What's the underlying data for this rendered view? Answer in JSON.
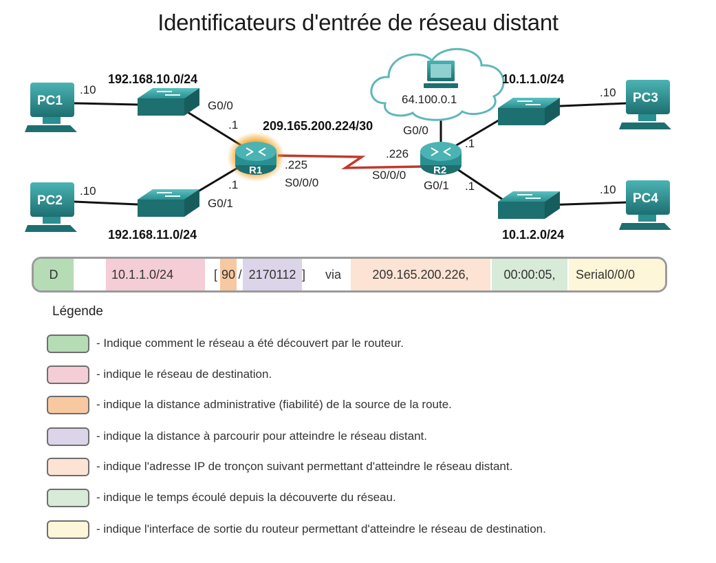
{
  "title": "Identificateurs d'entrée de réseau distant",
  "colors": {
    "teal": "#2a8f90",
    "teal_dark": "#1d6f70",
    "link_red": "#c0392b",
    "router_glow": "#f39c12",
    "cloud_stroke": "#5fb7b7",
    "green": "#b5dcb4",
    "pink": "#f4cdd6",
    "orange": "#f8c8a0",
    "lavender": "#dcd4e8",
    "peach": "#fde3d3",
    "lightgreen": "#d8ead8",
    "cream": "#fdf6d8"
  },
  "topology": {
    "devices": {
      "pc1": "PC1",
      "pc2": "PC2",
      "pc3": "PC3",
      "pc4": "PC4",
      "r1": "R1",
      "r2": "R2"
    },
    "networks": {
      "lan1": "192.168.10.0/24",
      "lan2": "192.168.11.0/24",
      "wan": "209.165.200.224/30",
      "lan3": "10.1.1.0/24",
      "lan4": "10.1.2.0/24",
      "internet": "64.100.0.1"
    },
    "host_pc1": ".10",
    "host_pc2": ".10",
    "host_pc3": ".10",
    "host_pc4": ".10",
    "r1_g00_iface": "G0/0",
    "r1_g00_host": ".1",
    "r1_g01_iface": "G0/1",
    "r1_g01_host": ".1",
    "r1_s000_host": ".225",
    "r1_s000_iface": "S0/0/0",
    "r2_s000_host": ".226",
    "r2_s000_iface": "S0/0/0",
    "r2_g00_iface": "G0/0",
    "r2_g01_iface": "G0/1",
    "r2_g00_host": ".1",
    "r2_g01_host": ".1"
  },
  "route_entry": {
    "source": "D",
    "network": "10.1.1.0/24",
    "bracket_open": "[",
    "admin_distance": "90",
    "slash": "/",
    "metric": "2170112",
    "bracket_close": "]",
    "via": "via",
    "next_hop": "209.165.200.226,",
    "age": "00:00:05,",
    "interface": "Serial0/0/0"
  },
  "legend": {
    "title": "Légende",
    "items": [
      {
        "color": "#b5dcb4",
        "text": "- Indique comment le réseau a été découvert par le routeur."
      },
      {
        "color": "#f4cdd6",
        "text": "- indique le réseau de destination."
      },
      {
        "color": "#f8c8a0",
        "text": "- indique la distance administrative (fiabilité) de la source de la route."
      },
      {
        "color": "#dcd4e8",
        "text": "- indique la distance à parcourir pour atteindre le réseau distant."
      },
      {
        "color": "#fde3d3",
        "text": "- indique l'adresse IP de tronçon suivant permettant d'atteindre le réseau distant."
      },
      {
        "color": "#d8ead8",
        "text": "- indique le temps écoulé depuis la découverte du réseau."
      },
      {
        "color": "#fdf6d8",
        "text": "- indique l'interface de sortie du routeur permettant d'atteindre le réseau de destination."
      }
    ]
  }
}
